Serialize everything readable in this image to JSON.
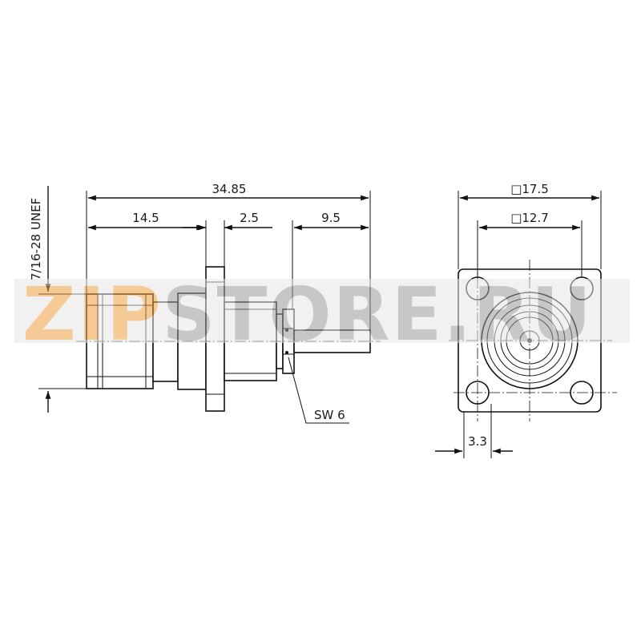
{
  "watermark": {
    "zip_part": "ZIP",
    "store_part": "STORE.RU",
    "zip_color": "#f0a040",
    "store_color": "#9a9a9a"
  },
  "side_view": {
    "overall_length": "34.85",
    "front_length": "14.5",
    "flange_thickness": "2.5",
    "pin_length": "9.5",
    "thread_spec": "7/16-28 UNEF",
    "wrench_size": "SW 6"
  },
  "front_view": {
    "flange_square": "□17.5",
    "hole_spacing": "□12.7",
    "hole_offset": "3.3"
  }
}
